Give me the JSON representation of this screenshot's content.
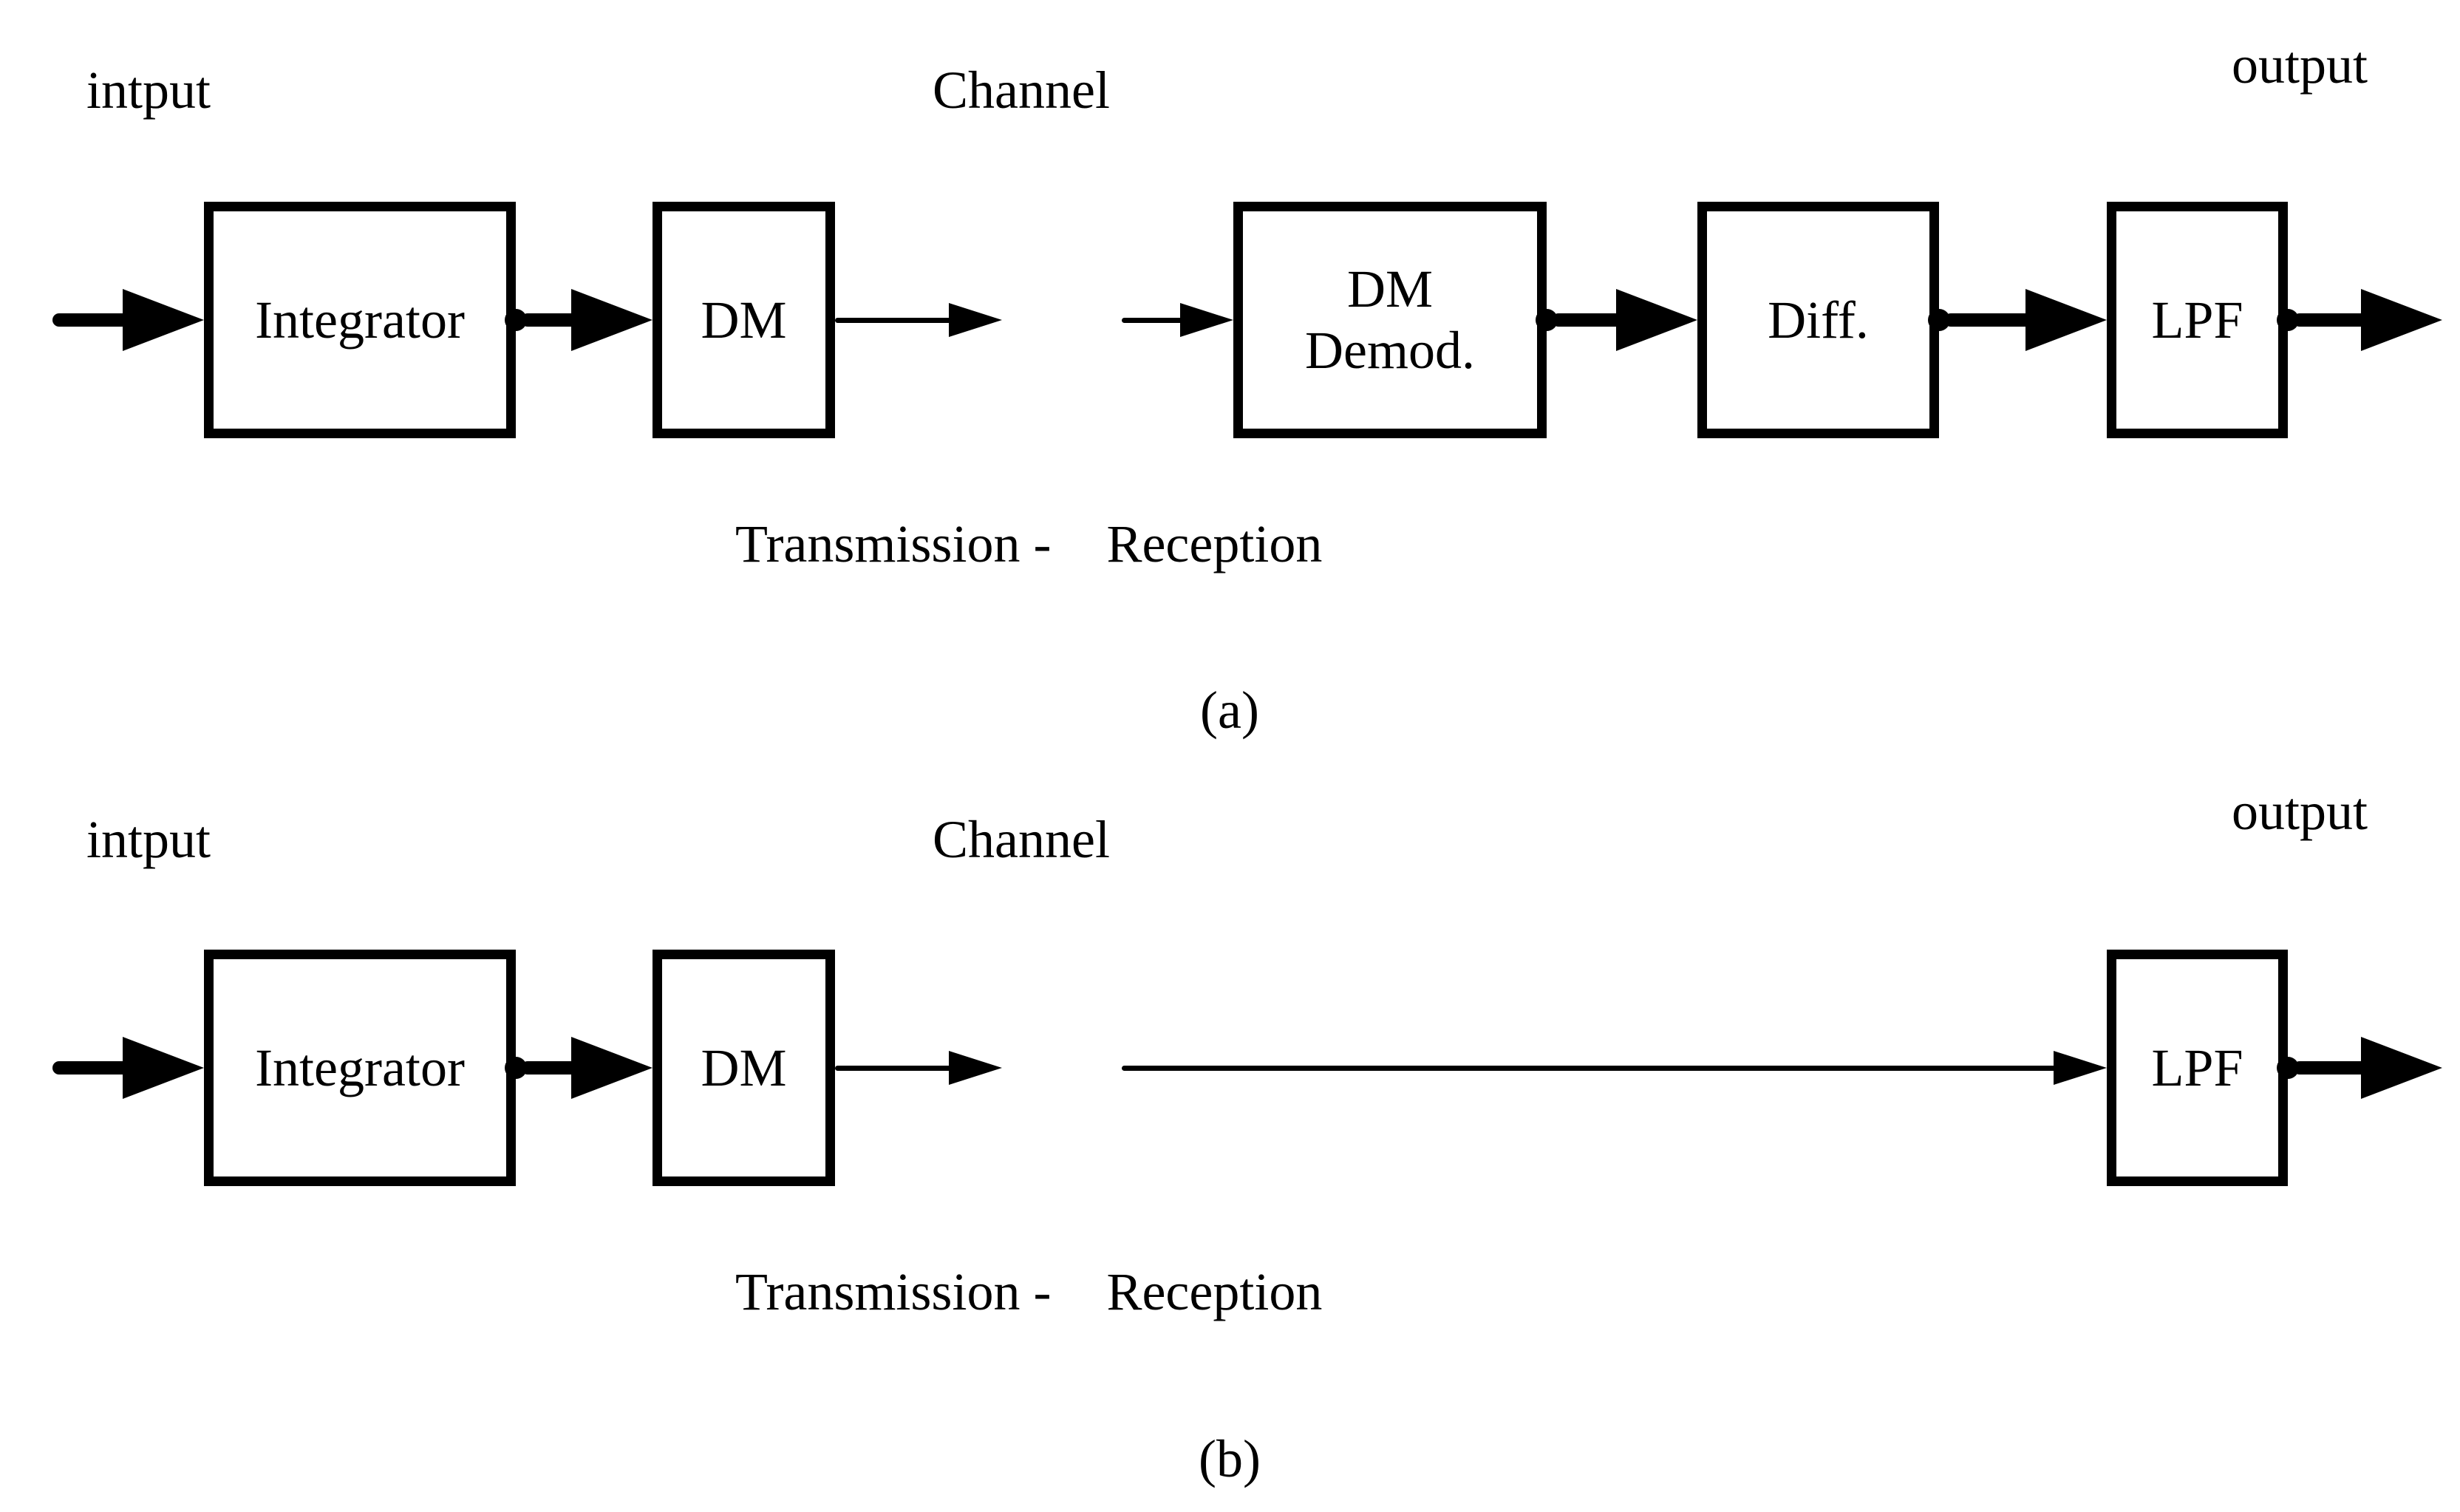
{
  "colors": {
    "ink": "#000000",
    "background": "#ffffff"
  },
  "diagram_a": {
    "input_label": "intput",
    "channel_label": "Channel",
    "output_label": "output",
    "blocks": {
      "integrator": "Integrator",
      "dm": "DM",
      "dm_demod": {
        "line1": "DM",
        "line2": "Demod."
      },
      "diff": "Diff.",
      "lpf": "LPF"
    },
    "footer": {
      "transmission": "Transmission -",
      "reception": "Reception"
    },
    "caption": "(a)"
  },
  "diagram_b": {
    "input_label": "intput",
    "channel_label": "Channel",
    "output_label": "output",
    "blocks": {
      "integrator": "Integrator",
      "dm": "DM",
      "lpf": "LPF"
    },
    "footer": {
      "transmission": "Transmission -",
      "reception": "Reception"
    },
    "caption": "(b)"
  }
}
